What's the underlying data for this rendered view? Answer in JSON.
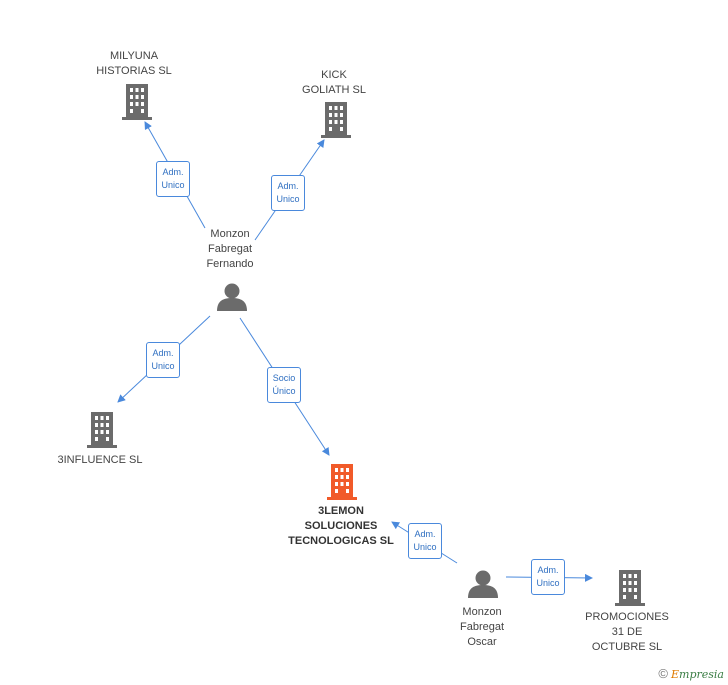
{
  "nodes": {
    "milyuna": {
      "label": "MILYUNA\nHISTORIAS SL",
      "kind": "company"
    },
    "kick": {
      "label": "KICK\nGOLIATH SL",
      "kind": "company"
    },
    "fernando": {
      "label": "Monzon\nFabregat\nFernando",
      "kind": "person"
    },
    "influence": {
      "label": "3INFLUENCE SL",
      "kind": "company"
    },
    "lemon": {
      "label": "3LEMON\nSOLUCIONES\nTECNOLOGICAS SL",
      "kind": "company-main"
    },
    "oscar": {
      "label": "Monzon\nFabregat\nOscar",
      "kind": "person"
    },
    "promociones": {
      "label": "PROMOCIONES\n31 DE\nOCTUBRE SL",
      "kind": "company"
    }
  },
  "edges": {
    "fernando_milyuna": "Adm.\nUnico",
    "fernando_kick": "Adm.\nUnico",
    "fernando_influence": "Adm.\nUnico",
    "fernando_lemon": "Socio\nÚnico",
    "oscar_lemon": "Adm.\nUnico",
    "oscar_promociones": "Adm.\nUnico"
  },
  "colors": {
    "company": "#6b6b6b",
    "company_main": "#f15a29",
    "person": "#6b6b6b",
    "edge": "#4a89dc"
  },
  "footer": {
    "copyright": "©",
    "brand_prefix": "E",
    "brand_rest": "mpresia"
  }
}
